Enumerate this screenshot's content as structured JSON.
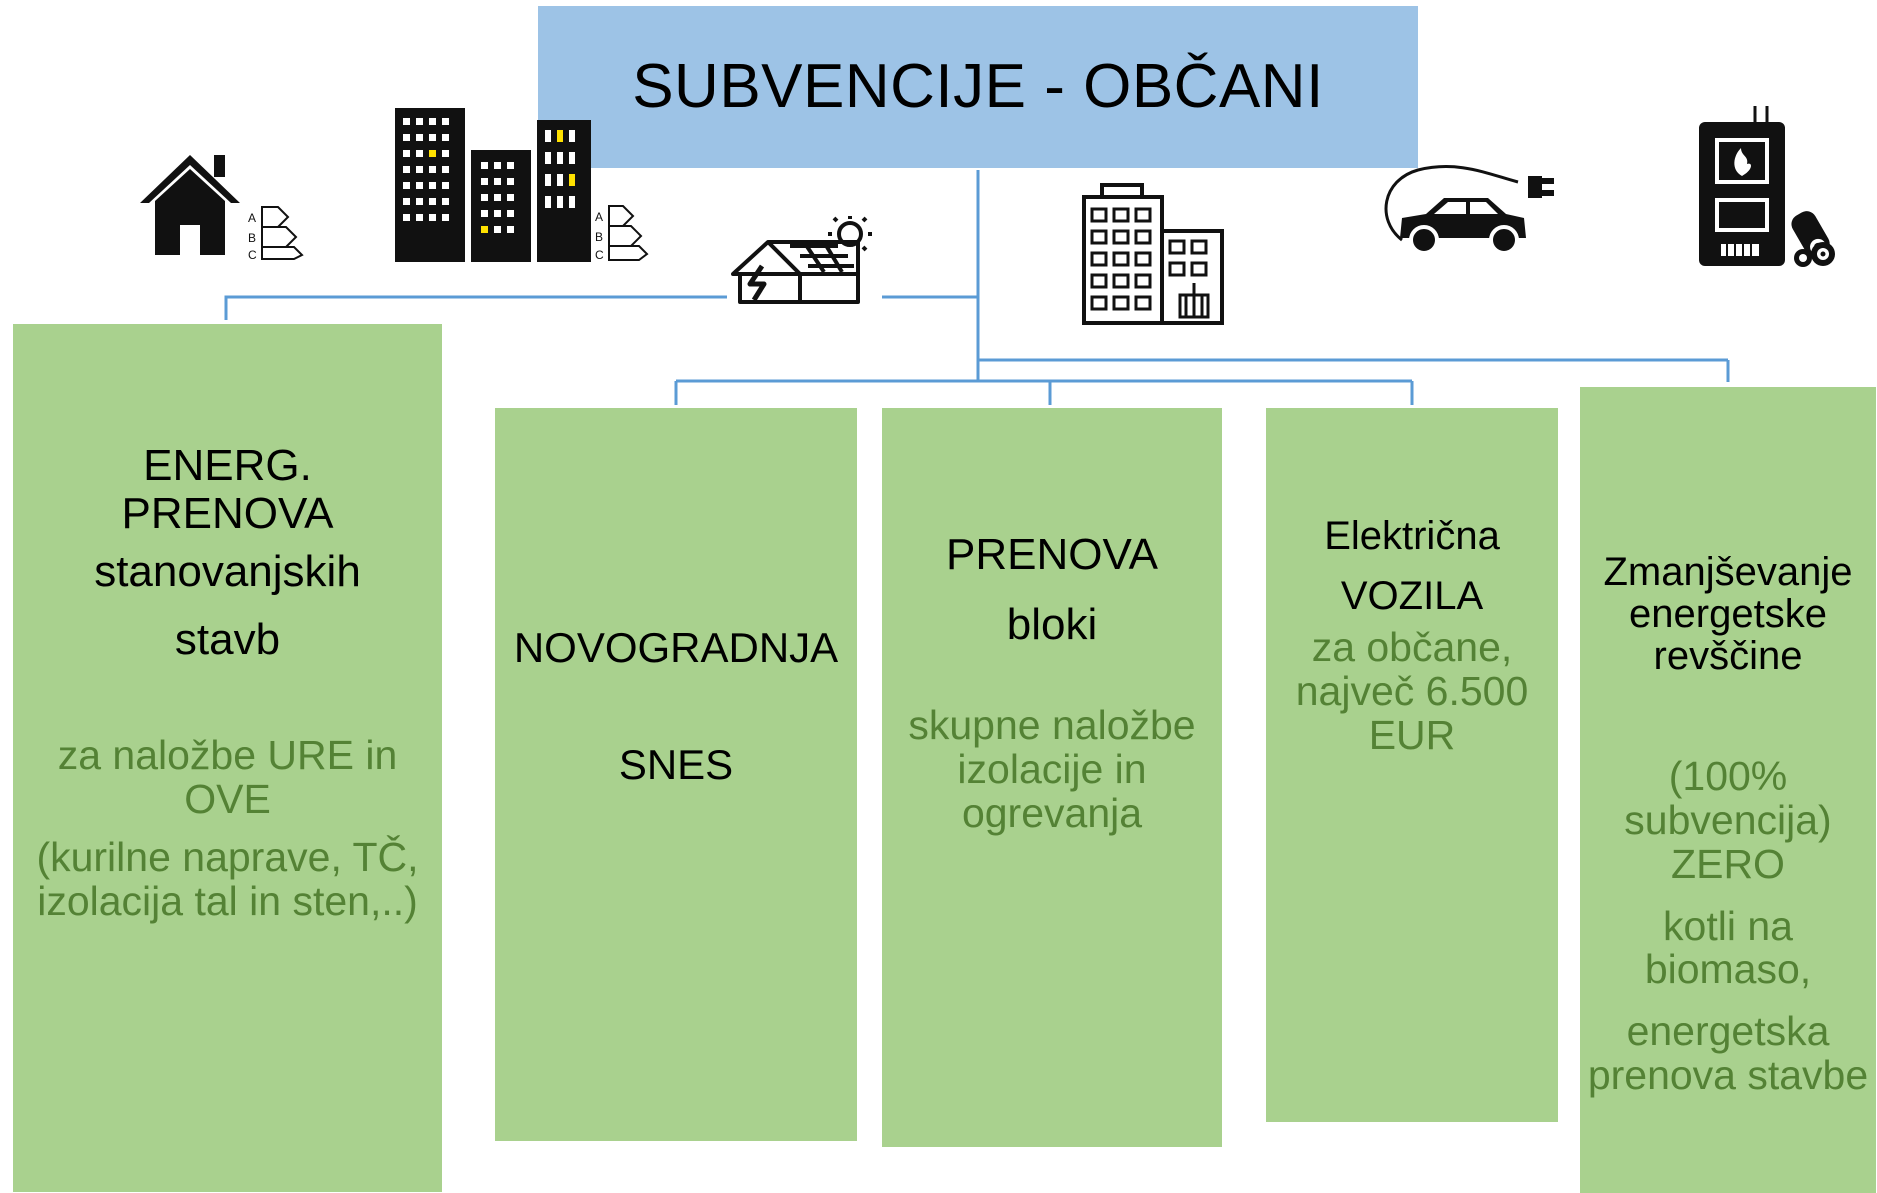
{
  "title": "SUBVENCIJE - OBČANI",
  "colors": {
    "title_bg": "#9dc3e6",
    "box_bg": "#a9d18e",
    "connector": "#5b9bd5",
    "subtext": "#548235",
    "highlight": "#ffe100"
  },
  "icons": [
    "house-energy-label-icon",
    "apartment-buildings-energy-label-icon",
    "solar-roof-icon",
    "office-building-heating-icon",
    "electric-car-icon",
    "biomass-boiler-icon"
  ],
  "energy_label_letters": [
    "A",
    "B",
    "C"
  ],
  "boxes": [
    {
      "heading_1": "ENERG.",
      "heading_2": "PRENOVA",
      "heading_3": "stanovanjskih",
      "heading_4": "stavb",
      "sub_1": "za naložbe URE in",
      "sub_2": "OVE",
      "sub_3": "(kurilne naprave, TČ,",
      "sub_4": "izolacija tal in sten,..)"
    },
    {
      "heading_1": "NOVOGRADNJA",
      "heading_2": "SNES"
    },
    {
      "heading_1": "PRENOVA",
      "heading_2": "bloki",
      "sub_1": "skupne naložbe",
      "sub_2": "izolacije in",
      "sub_3": "ogrevanja"
    },
    {
      "heading_1": "Električna",
      "heading_2": "VOZILA",
      "sub_1": "za občane,",
      "sub_2": "največ 6.500",
      "sub_3": "EUR"
    },
    {
      "heading_1": "Zmanjševanje",
      "heading_2": "energetske",
      "heading_3": "revščine",
      "sub_1": "(100%",
      "sub_2": "subvencija)",
      "sub_3": "ZERO",
      "sub_4": "kotli na",
      "sub_5": "biomaso,",
      "sub_6": "energetska",
      "sub_7": "prenova stavbe"
    }
  ]
}
